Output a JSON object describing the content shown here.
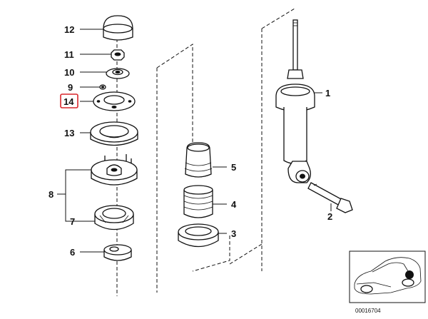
{
  "colors": {
    "line": "#111111",
    "background": "#ffffff",
    "highlight": "#d9262b"
  },
  "labels": {
    "p1": "1",
    "p2": "2",
    "p3": "3",
    "p4": "4",
    "p5": "5",
    "p6": "6",
    "p7": "7",
    "p8": "8",
    "p9": "9",
    "p10": "10",
    "p11": "11",
    "p12": "12",
    "p13": "13",
    "p14": "14"
  },
  "highlighted_part": "14",
  "reference_number": "00016704"
}
